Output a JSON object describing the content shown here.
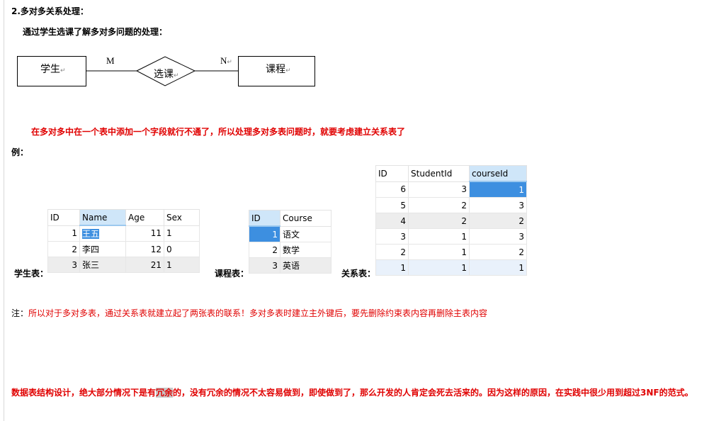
{
  "heading": "2.多对多关系处理：",
  "subheading": "通过学生选课了解多对多问题的处理：",
  "er": {
    "entity_left": "学生",
    "relationship": "选课",
    "entity_right": "课程",
    "card_left": "M",
    "card_right": "N",
    "return_mark": "↵"
  },
  "sentence_red_1": "在多对多中在一个表中添加一个字段就行不通了，所以处理多对多表问题时，就要考虑建立关系表了",
  "example_label": "例：",
  "captions": {
    "student": "学生表：",
    "course": "课程表：",
    "relation": "关系表："
  },
  "student_table": {
    "columns": [
      "ID",
      "Name",
      "Age",
      "Sex"
    ],
    "rows": [
      [
        "1",
        "王五",
        "11",
        "1"
      ],
      [
        "2",
        "李四",
        "12",
        "0"
      ],
      [
        "3",
        "张三",
        "21",
        "1"
      ]
    ]
  },
  "course_table": {
    "columns": [
      "ID",
      "Course"
    ],
    "rows": [
      [
        "1",
        "语文"
      ],
      [
        "2",
        "数学"
      ],
      [
        "3",
        "英语"
      ]
    ]
  },
  "relation_table": {
    "columns": [
      "ID",
      "StudentId",
      "courseId"
    ],
    "rows": [
      [
        "6",
        "3",
        "1"
      ],
      [
        "5",
        "2",
        "3"
      ],
      [
        "4",
        "2",
        "2"
      ],
      [
        "3",
        "1",
        "3"
      ],
      [
        "2",
        "1",
        "2"
      ],
      [
        "1",
        "1",
        "1"
      ]
    ]
  },
  "note": {
    "lead": "注：",
    "text": "所以对于多对多表，通过关系表就建立起了两张表的联系！多对多表时建立主外键后，要先删除约束表内容再删除主表内容"
  },
  "design_note": {
    "before": "数据表结构设计，绝大部分情况下是有",
    "highlight": "冗余",
    "after": "的，没有冗余的情况不太容易做到，即使做到了，那么开发的人肯定会死去活来的。因为这样的原因，在实践中很少用到超过3NF的范式。"
  },
  "colors": {
    "red": "#e00000",
    "selection": "#3d8fe0",
    "header_sorted": "#cfe6f9"
  }
}
